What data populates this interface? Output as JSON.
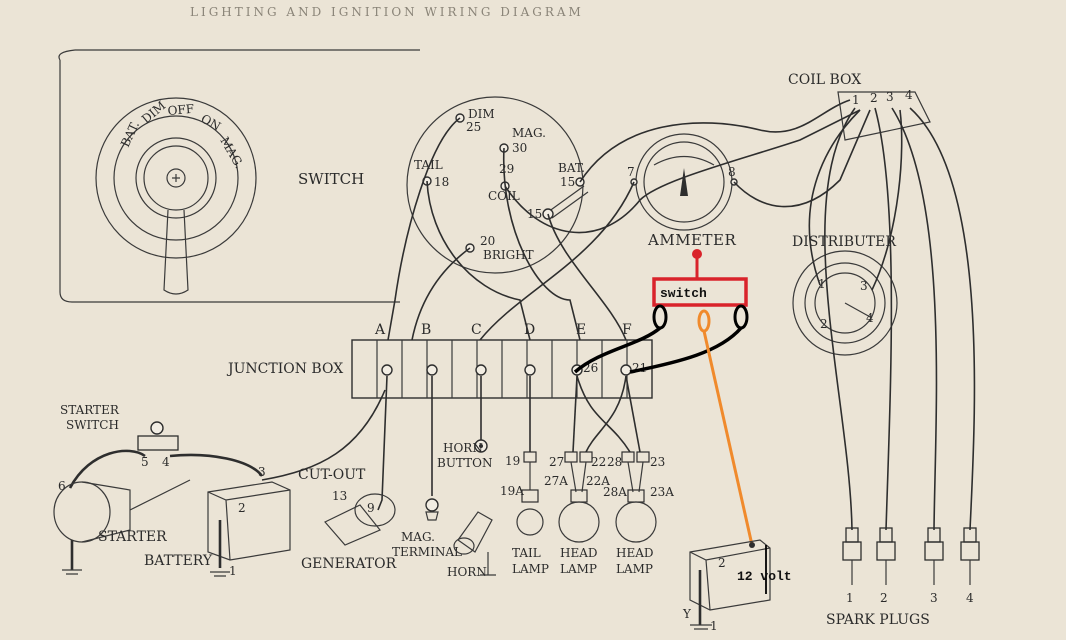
{
  "diagram": {
    "header_text": "LIGHTING AND IGNITION WIRING DIAGRAM",
    "switch_panel": {
      "title": "SWITCH",
      "dial_labels": [
        "BAT.",
        "DIM",
        "OFF",
        "ON",
        "MAG."
      ]
    },
    "switch_base": {
      "labels": {
        "dim": "DIM",
        "dim_num": "25",
        "mag": "MAG.",
        "mag_num": "30",
        "tail": "TAIL",
        "tail_num": "18",
        "coil": "COIL",
        "coil_num": "29",
        "bat": "BAT.",
        "bat_num": "15",
        "bat_num2": "15",
        "bright": "BRIGHT",
        "bright_num": "20"
      }
    },
    "ammeter": {
      "title": "AMMETER",
      "left_num": "7",
      "right_num": "8"
    },
    "coil_box": {
      "title": "COIL BOX",
      "terminals": [
        "1",
        "2",
        "3",
        "4"
      ]
    },
    "distributor": {
      "title": "DISTRIBUTER",
      "terminals": [
        "1",
        "2",
        "3",
        "4"
      ]
    },
    "junction_box": {
      "title": "JUNCTION BOX",
      "columns": [
        "A",
        "B",
        "C",
        "D",
        "E",
        "F"
      ],
      "terminal_e": "26",
      "terminal_f": "21"
    },
    "starter_switch": {
      "title_line1": "STARTER",
      "title_line2": "SWITCH",
      "terminals": [
        "5",
        "4"
      ]
    },
    "starter": {
      "title": "STARTER",
      "terminal": "6"
    },
    "battery": {
      "title": "BATTERY",
      "terminals": [
        "3",
        "2",
        "1"
      ]
    },
    "cutout": {
      "title": "CUT-OUT",
      "terminals": [
        "13",
        "9"
      ]
    },
    "generator": {
      "title": "GENERATOR"
    },
    "mag_terminal": {
      "line1": "MAG.",
      "line2": "TERMINAL"
    },
    "horn_button": {
      "line1": "HORN",
      "line2": "BUTTON"
    },
    "horn": {
      "title": "HORN"
    },
    "tail_lamp": {
      "line1": "TAIL",
      "line2": "LAMP",
      "nums": [
        "19",
        "19A"
      ]
    },
    "head_lamp_left": {
      "line1": "HEAD",
      "line2": "LAMP",
      "nums": [
        "27",
        "22",
        "27A",
        "22A"
      ]
    },
    "head_lamp_right": {
      "line1": "HEAD",
      "line2": "LAMP",
      "nums": [
        "28",
        "23",
        "28A",
        "23A"
      ]
    },
    "spark_plugs": {
      "title": "SPARK PLUGS",
      "numbers": [
        "1",
        "2",
        "3",
        "4"
      ]
    },
    "annotations": {
      "switch_box_label": "switch",
      "battery12_label": "12 volt",
      "battery12_terminals": [
        "2",
        "1"
      ],
      "battery12_mark": "Y"
    },
    "colors": {
      "annotation_red": "#d9232b",
      "annotation_orange": "#f08a2c",
      "annotation_black": "#000000",
      "paper": "#ebe4d6",
      "ink": "#2e2e2e"
    }
  }
}
